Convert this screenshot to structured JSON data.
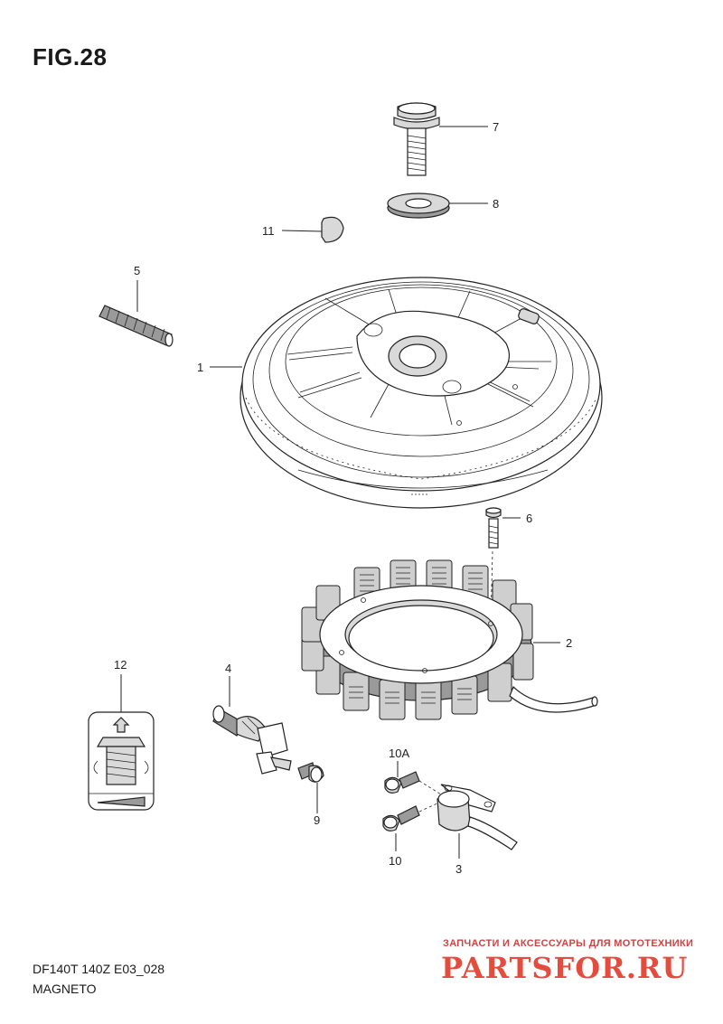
{
  "figure": {
    "title": "FIG.28"
  },
  "callouts": [
    {
      "id": "c1",
      "label": "1"
    },
    {
      "id": "c2",
      "label": "2"
    },
    {
      "id": "c3",
      "label": "3"
    },
    {
      "id": "c4",
      "label": "4"
    },
    {
      "id": "c5",
      "label": "5"
    },
    {
      "id": "c6",
      "label": "6"
    },
    {
      "id": "c7",
      "label": "7"
    },
    {
      "id": "c8",
      "label": "8"
    },
    {
      "id": "c9",
      "label": "9"
    },
    {
      "id": "c10",
      "label": "10"
    },
    {
      "id": "c10a",
      "label": "10A"
    },
    {
      "id": "c11",
      "label": "11"
    },
    {
      "id": "c12",
      "label": "12"
    }
  ],
  "footer": {
    "model_code": "DF140T 140Z E03_028",
    "section": "MAGNETO"
  },
  "watermark": {
    "tagline": "ЗАПЧАСТИ И АКСЕССУАРЫ ДЛЯ МОТОТЕХНИКИ",
    "brand": "PARTSFOR.RU"
  }
}
